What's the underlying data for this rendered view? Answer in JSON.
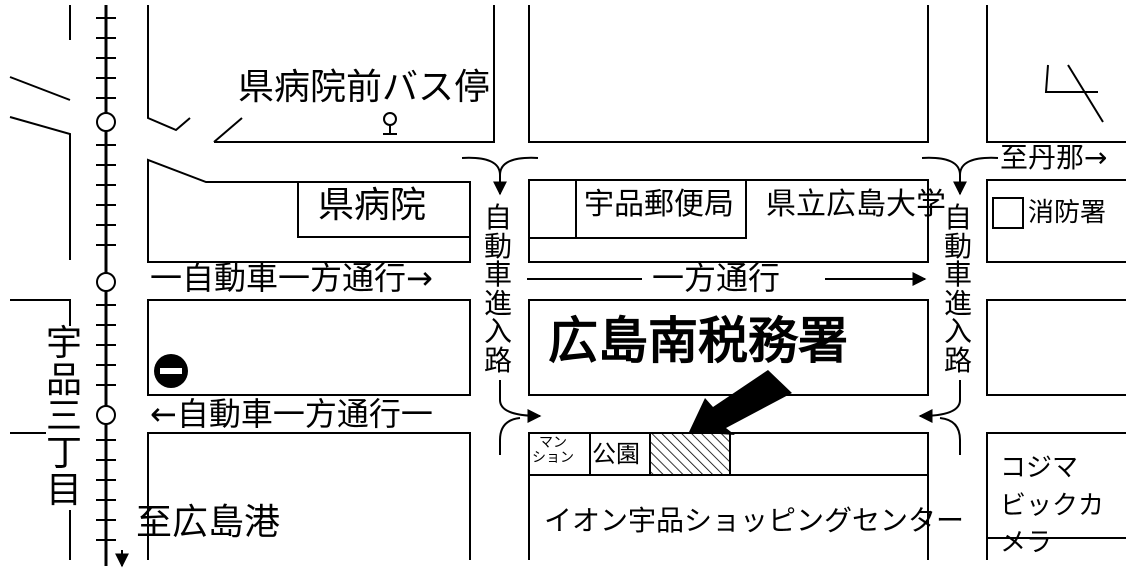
{
  "colors": {
    "ink": "#000000",
    "paper": "#ffffff"
  },
  "labels": {
    "bus_stop": "県病院前バス停",
    "hospital": "県病院",
    "post_office": "宇品郵便局",
    "university": "県立広島大学",
    "fire_station": "消防署",
    "to_tanna": "至丹那→",
    "one_way_north": "一自動車一方通行→",
    "one_way_mid_a": "一方通行",
    "one_way_south": "←自動車一方通行一",
    "entry_road_left": [
      "自",
      "動",
      "車",
      "進",
      "入",
      "路"
    ],
    "entry_road_right": [
      "自",
      "動",
      "車",
      "進",
      "入",
      "路"
    ],
    "tax_office": "広島南税務署",
    "tram_stop": [
      "宇",
      "品",
      "三",
      "丁",
      "目"
    ],
    "to_port": "至広島港",
    "mansion": [
      "マン",
      "ション"
    ],
    "park": "公園",
    "aeon": "イオン宇品ショッピングセンター",
    "kojima": [
      "コジマ",
      "ビックカメラ"
    ]
  },
  "icons": {
    "bus_stop": "bus-stop-icon",
    "no_entry": "no-entry-icon",
    "north": "north-arrow-icon",
    "tram": "tram-track-icon",
    "pointer": "pointer-arrow-icon"
  }
}
